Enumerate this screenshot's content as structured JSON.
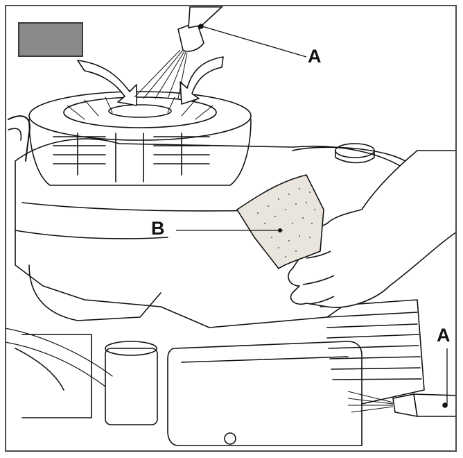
{
  "labels": {
    "spray_nozzle_top": "A",
    "filter_sponge": "B",
    "spray_nozzle_side": "A"
  },
  "colors": {
    "grey_box_fill": "#8a8a8a",
    "line_color": "#111111",
    "sponge_fill": "#e9e4dc"
  },
  "icons": {
    "arrows": "curved-arrow-icon",
    "nozzle": "spray-nozzle-icon",
    "hand": "hand-icon"
  }
}
